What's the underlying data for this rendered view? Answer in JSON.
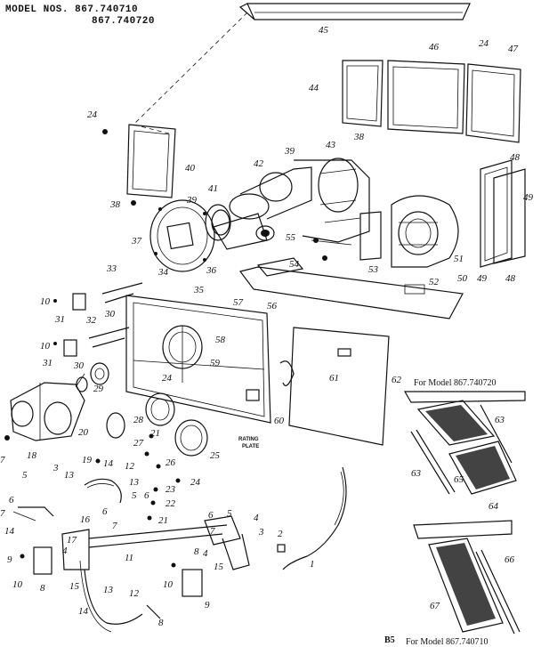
{
  "header": {
    "line1": "MODEL NOS. 867.740710",
    "line2": "867.740720"
  },
  "captions": {
    "rating_plate_1": "RATING",
    "rating_plate_2": "PLATE",
    "model_720": "For Model 867.740720",
    "model_710_prefix": "B5",
    "model_710": "For Model 867.740710"
  },
  "callouts": [
    "1",
    "2",
    "3",
    "4",
    "5",
    "6",
    "7",
    "8",
    "9",
    "10",
    "11",
    "12",
    "13",
    "14",
    "15",
    "16",
    "17",
    "18",
    "19",
    "20",
    "21",
    "22",
    "23",
    "24",
    "25",
    "26",
    "27",
    "28",
    "29",
    "30",
    "31",
    "32",
    "33",
    "34",
    "35",
    "36",
    "37",
    "38",
    "39",
    "40",
    "41",
    "42",
    "43",
    "44",
    "45",
    "46",
    "47",
    "48",
    "49",
    "50",
    "51",
    "52",
    "53",
    "54",
    "55",
    "56",
    "57",
    "58",
    "59",
    "60",
    "61",
    "62",
    "63",
    "64",
    "65",
    "66",
    "67"
  ]
}
